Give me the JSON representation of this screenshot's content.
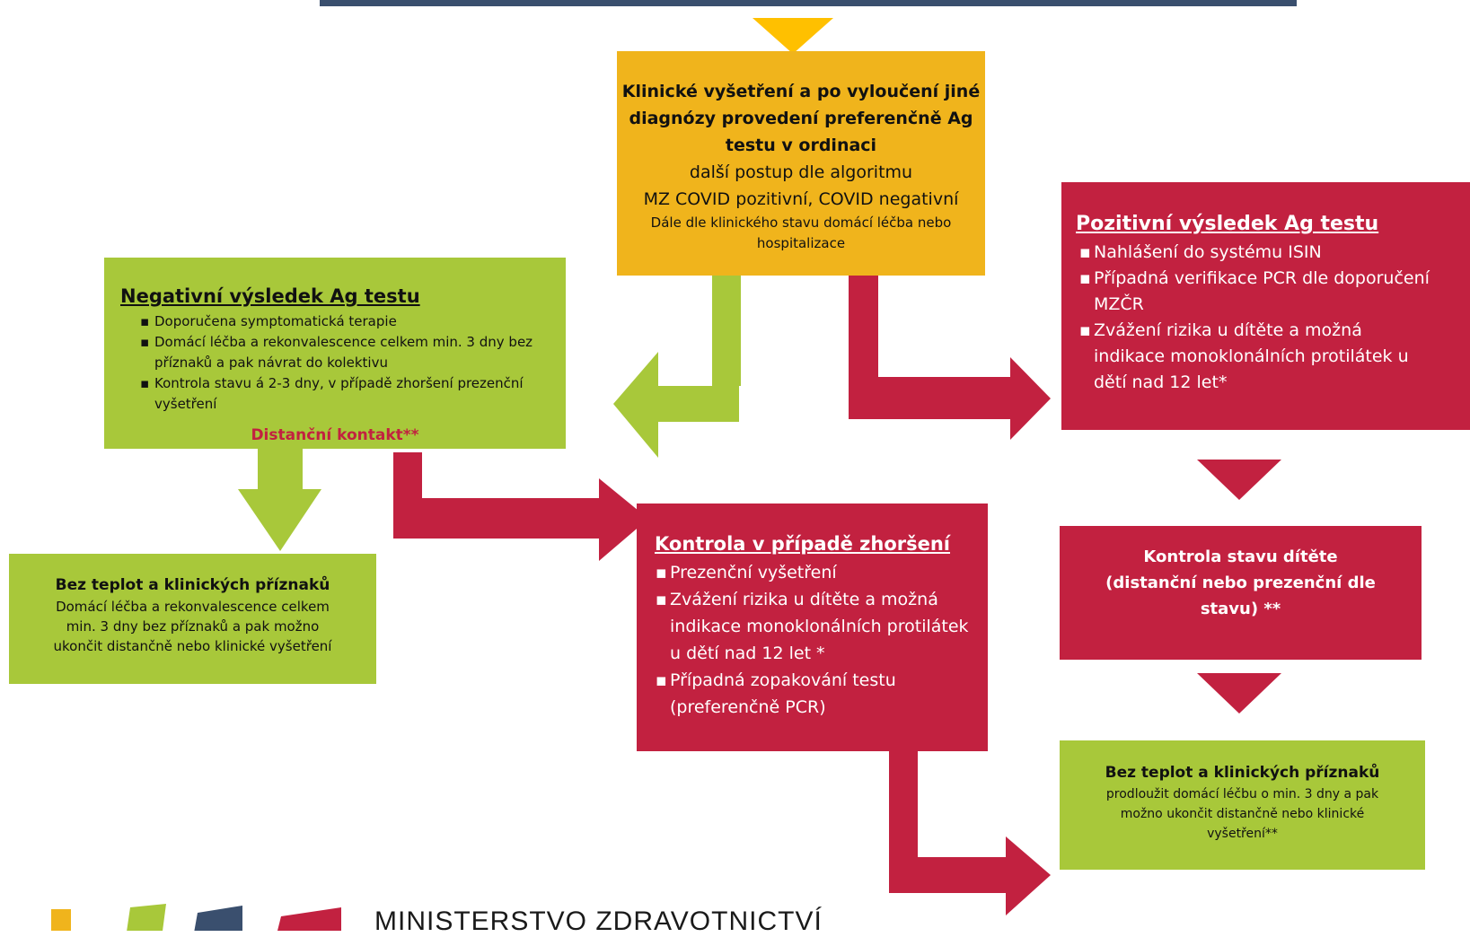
{
  "colors": {
    "orange": "#f0b41c",
    "green": "#a8c83a",
    "red": "#c22140",
    "navy": "#3a4f6e"
  },
  "center_box": {
    "bold_lines": [
      "Klinické vyšetření a po vyloučení jiné",
      "diagnózy provedení preferenčně Ag",
      "testu v ordinaci"
    ],
    "line1": "další postup dle algoritmu",
    "line2": "MZ COVID pozitivní, COVID negativní",
    "small_lines": [
      "Dále dle  klinického stavu domácí léčba nebo",
      "hospitalizace"
    ]
  },
  "negative_box": {
    "title": "Negativní výsledek Ag testu",
    "items": [
      "Doporučena symptomatická terapie",
      "Domácí léčba a rekonvalescence celkem min. 3 dny bez příznaků a pak návrat do kolektivu",
      "Kontrola stavu á 2-3 dny, v případě zhoršení prezenční vyšetření"
    ],
    "footer": "Distanční kontakt**"
  },
  "positive_box": {
    "title": "Pozitivní výsledek Ag testu",
    "items": [
      "Nahlášení do systému ISIN",
      "Případná verifikace PCR dle doporučení MZČR",
      "Zvážení rizika u dítěte a možná indikace monoklonálních protilátek u dětí nad 12 let*"
    ]
  },
  "left_bottom_box": {
    "title": "Bez teplot a klinických příznaků",
    "lines": [
      "Domácí léčba a rekonvalescence celkem",
      "min. 3 dny bez příznaků a pak  možno",
      "ukončit distančně nebo klinické vyšetření"
    ]
  },
  "worsening_box": {
    "title": "Kontrola v případě zhoršení",
    "items": [
      "Prezenční vyšetření",
      "Zvážení rizika u dítěte a možná indikace monoklonálních protilátek u dětí nad 12 let *",
      "Případná zopakování testu (preferenčně PCR)"
    ]
  },
  "child_check_box": {
    "lines": [
      "Kontrola stavu dítěte",
      "(distanční nebo prezenční dle",
      "stavu) **"
    ]
  },
  "right_bottom_box": {
    "title": "Bez teplot a klinických příznaků",
    "lines": [
      "prodloužit domácí léčbu   o min. 3 dny a pak",
      "možno ukončit distančně nebo klinické",
      "vyšetření**"
    ]
  },
  "logo": {
    "text": "MINISTERSTVO ZDRAVOTNICTVÍ"
  }
}
